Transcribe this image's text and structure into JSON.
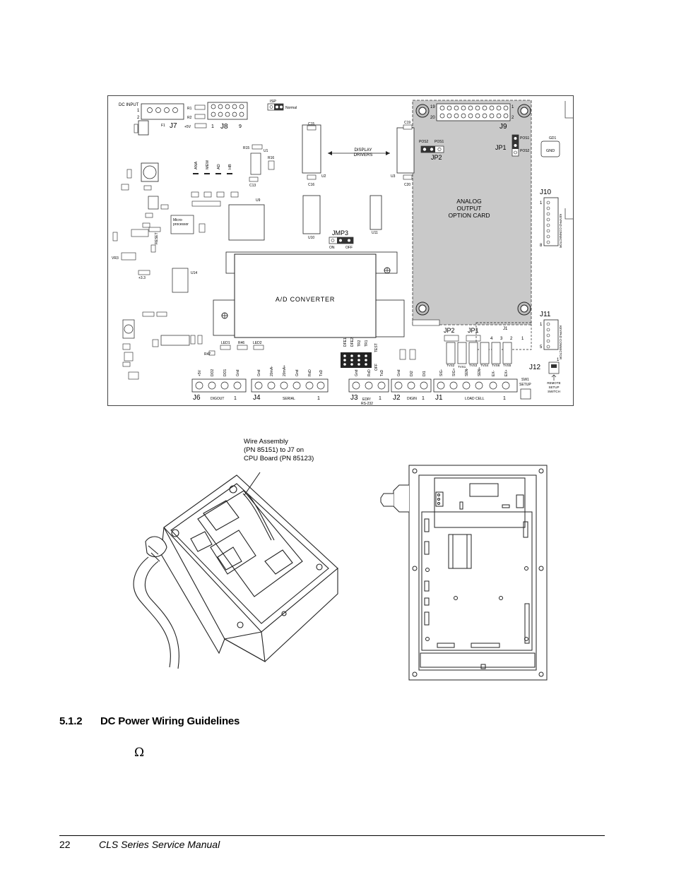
{
  "board": {
    "connectors": {
      "dc_input": "DC INPUT",
      "j7": "J7",
      "j8": "J8",
      "j9": "J9",
      "j10": "J10",
      "j11": "J11",
      "j12": "J12",
      "j6": "J6",
      "j4": "J4",
      "j3": "J3",
      "j2": "J2",
      "j1": "J1",
      "jp1": "JP1",
      "jp2": "JP2",
      "jmp3": "JMP3",
      "isp": "ISP",
      "normal": "Normal",
      "pin1": "1",
      "pin2": "2",
      "pin8": "8",
      "pin9": "9",
      "pin19": "19",
      "pin20": "20",
      "pin5": "5"
    },
    "labels": {
      "display_drivers_1": "DISPLAY",
      "display_drivers_2": "DRIVERS",
      "analog_1": "ANALOG",
      "analog_2": "OUTPUT",
      "analog_3": "OPTION CARD",
      "ad_converter": "A/D CONVERTER",
      "pos1": "POS1",
      "pos2": "POS2",
      "gd1": "GD1",
      "gnd": "GND",
      "keypad_connector": "KEYPAD CONNECTOR",
      "remote_setup": [
        "REMOTE",
        "SETUP",
        "SWITCH"
      ],
      "sw1": "SW1",
      "setup": "SETUP",
      "on": "ON",
      "off": "OFF",
      "led1": "LED1",
      "led2": "LED2",
      "r46": "R46",
      "r47": "R47",
      "u1": "U1",
      "u2": "U2",
      "u3": "U3",
      "u9": "U9",
      "u10": "U10",
      "u11": "U11",
      "u14": "U14",
      "c15": "C15",
      "c16": "C16",
      "c13": "C13",
      "c19": "C19",
      "c20": "C20",
      "micro_1": "Micro-",
      "micro_2": "processor",
      "reset": "RESET",
      "plus5v": "+5V",
      "plus33": "+3.3",
      "vr3": "VR3",
      "r15": "R15",
      "r16": "R16",
      "led_labels": [
        "ANA",
        "MEM",
        "AD",
        "HB"
      ]
    },
    "terminals": {
      "digout": "DIGOUT",
      "serial": "SERIAL",
      "edp_1": "EDP/",
      "edp_2": "RS-232",
      "digin": "DIGIN",
      "load_cell": "LOAD CELL",
      "one": "1",
      "j6_pins": [
        "+5V",
        "DO2",
        "DO1",
        "Gnd"
      ],
      "j4_pins": [
        "Gnd",
        "20mA-",
        "20mA+",
        "Gnd",
        "RxD",
        "TxD"
      ],
      "j3_pins": [
        "Gnd",
        "RxD",
        "TxD"
      ],
      "j2_pins": [
        "Gnd",
        "DI2",
        "DI1"
      ],
      "j1_pins": [
        "SIG-",
        "SIG+",
        "SEN-",
        "SEN+",
        "EX-",
        "EX+"
      ],
      "tvs": [
        "TVS2",
        "TVS1",
        "TVS3",
        "TVS4",
        "TVS6",
        "TVS5"
      ],
      "jumpers": [
        "DFE1",
        "DFE2",
        "TR2",
        "TR1",
        "OFF",
        "TEST"
      ],
      "j1_small": "J1",
      "j1_nums": [
        "4",
        "3",
        "2",
        "1"
      ]
    }
  },
  "callout": {
    "line1": "Wire Assembly",
    "line2": "(PN 85151) to J7 on",
    "line3": "CPU Board (PN 85123)"
  },
  "section": {
    "number": "5.1.2",
    "title": "DC Power Wiring Guidelines",
    "symbol": "Ω"
  },
  "footer": {
    "page": "22",
    "title": "CLS Series Service Manual"
  }
}
